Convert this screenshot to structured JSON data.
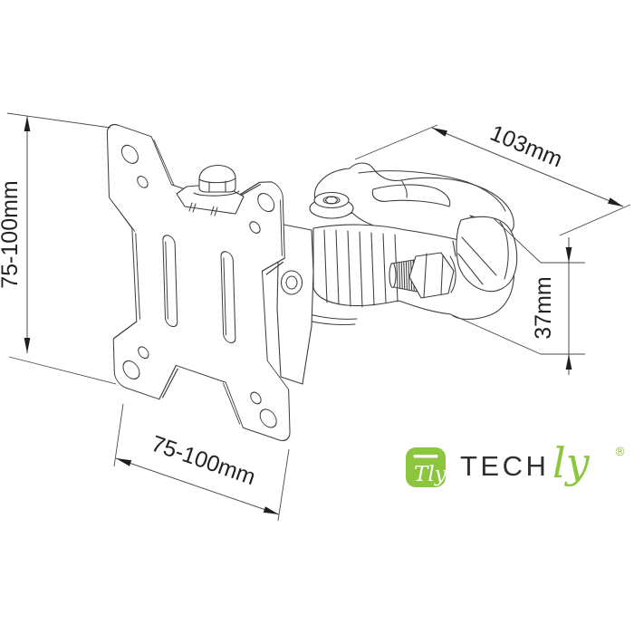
{
  "page": {
    "background": "#ffffff"
  },
  "drawing": {
    "stroke_color": "#3e3e3e"
  },
  "dimensions": {
    "left_vertical": {
      "label": "75-100mm"
    },
    "top_diagonal": {
      "label": "103mm"
    },
    "right_vertical": {
      "label": "37mm"
    },
    "bottom_horizontal": {
      "label": "75-100mm"
    }
  },
  "logo": {
    "icon_text": "Tly",
    "word_prefix": "TECH",
    "word_suffix": "ly",
    "registered_mark": "®",
    "green": "#8CC63F",
    "dark": "#2F2F30"
  }
}
